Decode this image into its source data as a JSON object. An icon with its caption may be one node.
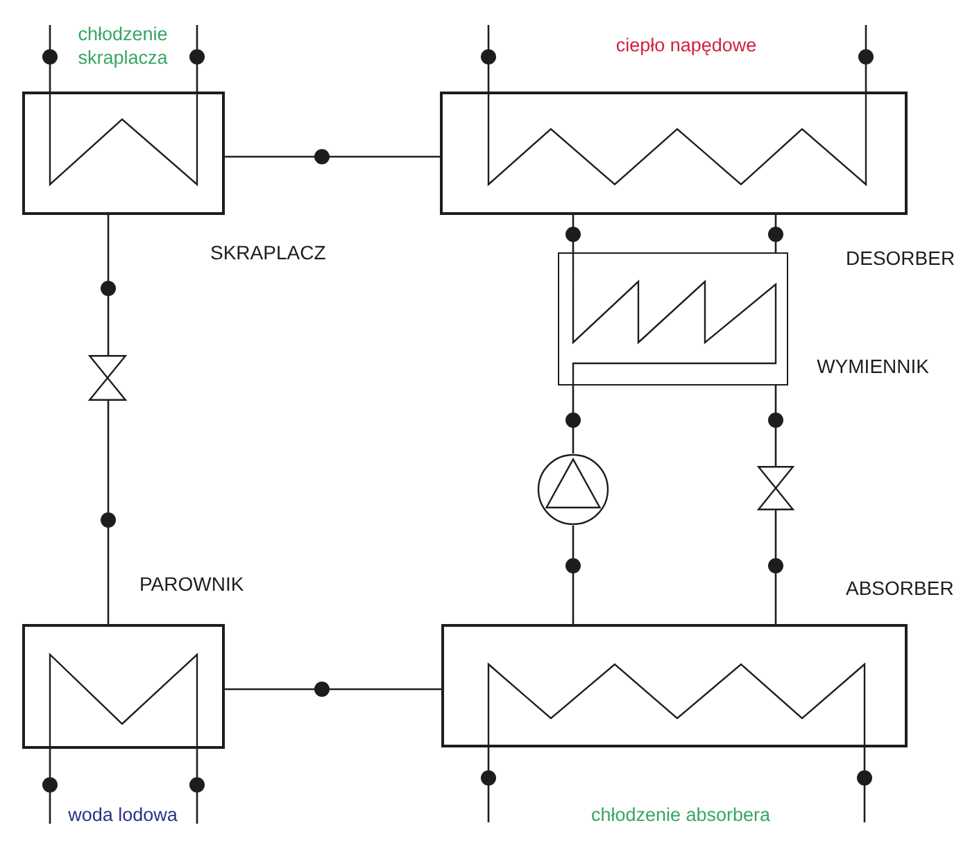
{
  "diagram": {
    "nodes": [
      {
        "text": [
          "SKRAPLACZ"
        ],
        "beside": [
          "chłodzenie skraplacza"
        ]
      },
      {
        "text": [
          "DESORBER"
        ],
        "beside": [
          "ciepło napędowe"
        ]
      },
      {
        "text": [
          "WYMIENNIK"
        ]
      },
      {
        "text": [],
        "shape": "hourglass"
      },
      {
        "text": [],
        "shape": "circle"
      },
      {
        "text": [],
        "shape": "hourglass"
      },
      {
        "text": [
          "PAROWNIK"
        ],
        "beside": [
          "woda lodowa"
        ]
      },
      {
        "text": [
          "ABSORBER"
        ],
        "beside": [
          "chłodzenie absorbera"
        ]
      }
    ],
    "edges": [
      {
        "from": null,
        "to": 0,
        "arrow": "none"
      },
      {
        "from": null,
        "to": 0,
        "arrow": "none"
      },
      {
        "from": null,
        "to": 1,
        "arrow": "none"
      },
      {
        "from": null,
        "to": 1,
        "arrow": "none"
      },
      {
        "from": 0,
        "to": 1,
        "arrow": "none"
      },
      {
        "from": 1,
        "to": 2,
        "arrow": "none"
      },
      {
        "from": 1,
        "to": 2,
        "arrow": "none"
      },
      {
        "from": 0,
        "to": 3,
        "arrow": "none"
      },
      {
        "from": 2,
        "to": 4,
        "arrow": "none"
      },
      {
        "from": 2,
        "to": 5,
        "arrow": "none"
      },
      {
        "from": 3,
        "to": 6,
        "arrow": "none"
      },
      {
        "from": 4,
        "to": 7,
        "arrow": "none"
      },
      {
        "from": 5,
        "to": 7,
        "arrow": "none"
      },
      {
        "from": 6,
        "to": 7,
        "arrow": "none"
      },
      {
        "from": null,
        "to": 6,
        "arrow": "none"
      },
      {
        "from": null,
        "to": 6,
        "arrow": "none"
      },
      {
        "from": null,
        "to": 7,
        "arrow": "none"
      },
      {
        "from": null,
        "to": 7,
        "arrow": "none"
      }
    ]
  }
}
